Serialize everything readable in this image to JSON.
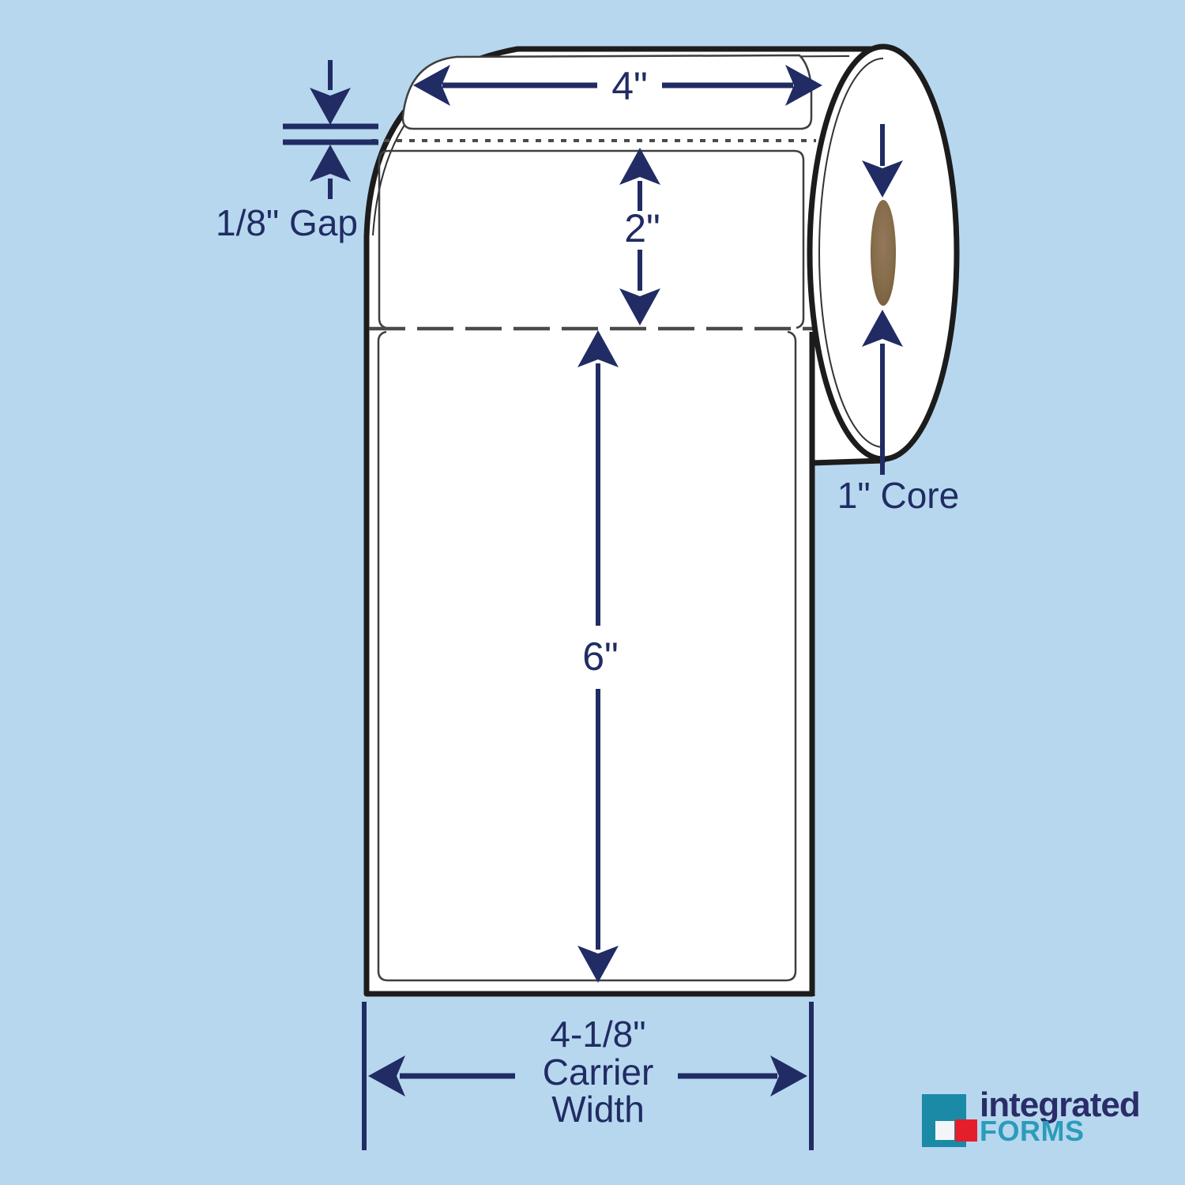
{
  "colors": {
    "background": "#b7d7ef",
    "roll_white": "#ffffff",
    "outline_black": "#1c1c1c",
    "label_outline_gray": "#3f3f3f",
    "cut_line_gray": "#4a4a4a",
    "dimension_navy": "#202c63",
    "core_brown_light": "#93785a",
    "core_brown_dark": "#6f5837",
    "logo_teal": "#1b8aa7",
    "logo_red": "#e51e2c",
    "logo_navy": "#2a2d68",
    "logo_forms_teal": "#2b9cba"
  },
  "dimensions": {
    "label_width": "4\"",
    "top_label_height": "2\"",
    "main_label_height": "6\"",
    "gap_label": "1/8\" Gap",
    "core_label": "1\" Core",
    "carrier_width_line1": "4-1/8\"",
    "carrier_width_line2": "Carrier",
    "carrier_width_line3": "Width"
  },
  "logo": {
    "word1": "integrated",
    "word2": "FORMS"
  }
}
